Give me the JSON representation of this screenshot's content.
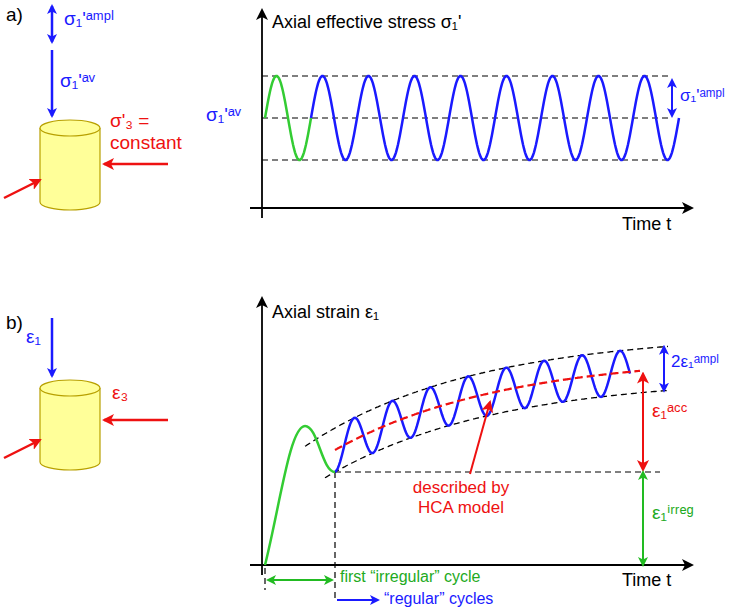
{
  "diagram": {
    "labels": [
      "a)",
      "σ₁'ᵃᵐᵖˡ",
      "σ₁'ᵃᵛ",
      "σ'₃ = constant",
      "Axial effective stress σ₁'",
      "σ₁'ᵃᵛ",
      "σ₁'ᵃᵐᵖˡ",
      "Time t",
      "b)",
      "ε₁",
      "ε₃",
      "Axial strain ε₁",
      "2ε₁ᵃᵐᵖˡ",
      "ε₁ᵃᶜᶜ",
      "ε₁ⁱʳʳᵉᵍ",
      "described by HCA model",
      "first “irregular” cycle",
      "“regular” cycles",
      "Time t"
    ]
  }
}
